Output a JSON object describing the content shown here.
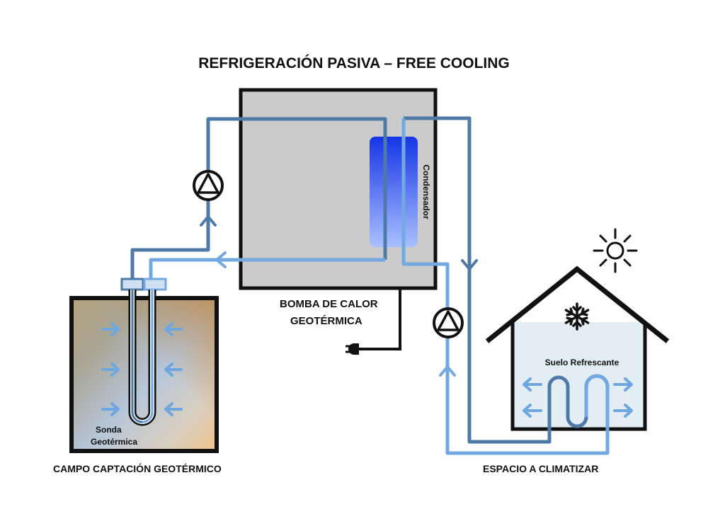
{
  "title": "REFRIGERACIÓN PASIVA – FREE COOLING",
  "heat_pump": {
    "label_line1": "BOMBA DE CALOR",
    "label_line2": "GEOTÉRMICA",
    "condenser_label": "Condensador"
  },
  "ground_field": {
    "label": "CAMPO CAPTACIÓN GEOTÉRMICO",
    "probe_label_line1": "Sonda",
    "probe_label_line2": "Geotérmica"
  },
  "space": {
    "label": "ESPACIO A CLIMATIZAR",
    "floor_label": "Suelo Refrescante"
  },
  "colors": {
    "warm_pipe": "#4f7aa8",
    "cool_pipe": "#74a8e0",
    "arrow": "#6ea6df",
    "condenser_top": "#1535e6",
    "condenser_bottom": "#a9c0ff",
    "heat_pump_body": "#cbcbcb",
    "house_fill": "#e3edf4",
    "outline": "#111111"
  },
  "icons": {
    "pump": "circulation-pump-icon",
    "plug": "power-plug-icon",
    "sun": "sun-icon",
    "snowflake": "snowflake-icon"
  }
}
